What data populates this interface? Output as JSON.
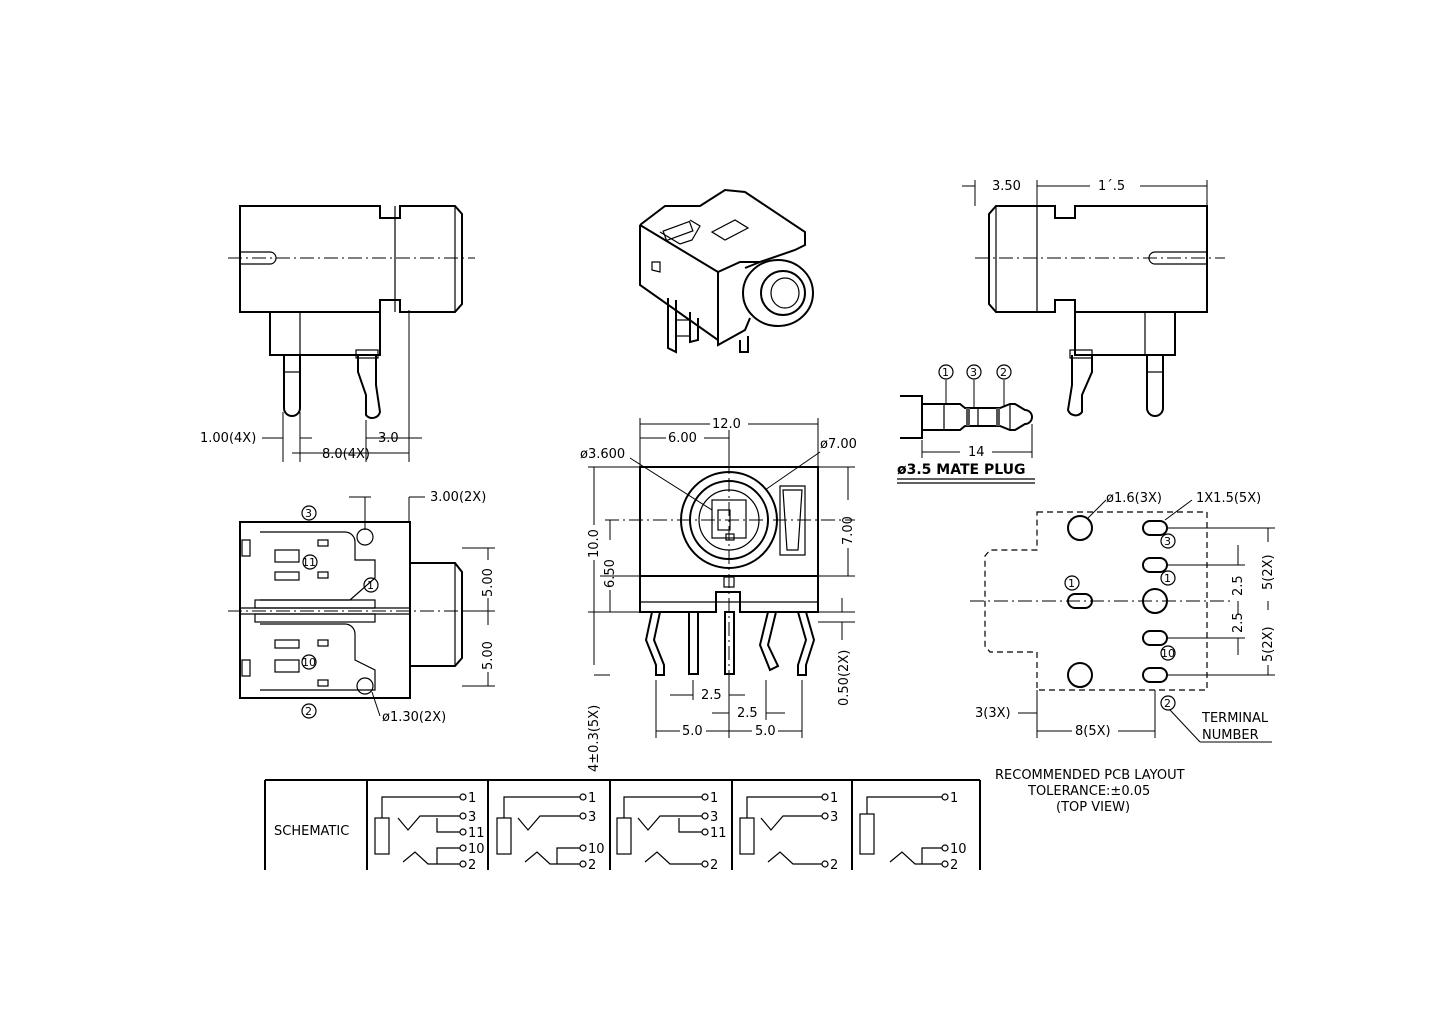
{
  "dims": {
    "d_1_00_4x": "1.00(4X)",
    "d_3_0": "3.0",
    "d_8_0_4x": "8.0(4X)",
    "d_3_00_2x": "3.00(2X)",
    "d_5_00_a": "5.00",
    "d_5_00_b": "5.00",
    "d_phi_1_30_2x": "ø1.30(2X)",
    "d_12_0": "12.0",
    "d_6_00": "6.00",
    "d_phi_3_600": "ø3.600",
    "d_phi_7_00": "ø7.00",
    "d_10_0": "10.0",
    "d_6_50": "6.50",
    "d_7_00": "7.00",
    "d_0_50_2x": "0.50(2X)",
    "d_4_pm_0_3_5x": "4±0.3(5X)",
    "d_2_5_a": "2.5",
    "d_2_5_b": "2.5",
    "d_5_0_a": "5.0",
    "d_5_0_b": "5.0",
    "d_3_50": "3.50",
    "d_11_5": "1´.5",
    "d_14": "14",
    "d_phi_1_6_3x": "ø1.6(3X)",
    "d_1x1_5_5x": "1X1.5(5X)",
    "d_2_5_c": "2.5",
    "d_2_5_d": "2.5",
    "d_5_2x_a": "5(2X)",
    "d_5_2x_b": "5(2X)",
    "d_3_3x": "3(3X)",
    "d_8_5x": "8(5X)"
  },
  "labels": {
    "mate_plug": "ø3.5 MATE PLUG",
    "terminal": "TERMINAL",
    "number": "NUMBER",
    "pcb_title": "RECOMMENDED PCB LAYOUT",
    "tolerance": "TOLERANCE:±0.05",
    "top_view": "(TOP VIEW)",
    "schematic": "SCHEMATIC"
  },
  "terminals": {
    "t1": "1",
    "t2": "2",
    "t3": "3",
    "t10": "10",
    "t11": "11"
  },
  "schematic_cells": [
    {
      "pins": [
        "1",
        "3",
        "11",
        "10",
        "2"
      ]
    },
    {
      "pins": [
        "1",
        "3",
        "10",
        "2"
      ]
    },
    {
      "pins": [
        "1",
        "3",
        "11",
        "2"
      ]
    },
    {
      "pins": [
        "1",
        "3",
        "2"
      ]
    },
    {
      "pins": [
        "1",
        "10",
        "2"
      ]
    }
  ]
}
